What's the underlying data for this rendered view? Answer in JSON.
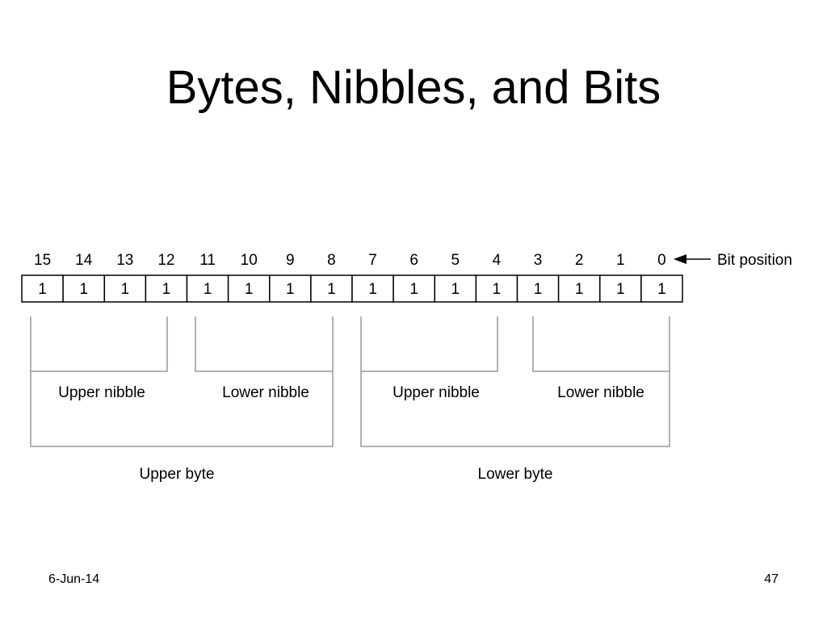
{
  "slide": {
    "title": "Bytes, Nibbles, and Bits",
    "date": "6-Jun-14",
    "page_number": "47"
  },
  "diagram": {
    "bit_positions": [
      "15",
      "14",
      "13",
      "12",
      "11",
      "10",
      "9",
      "8",
      "7",
      "6",
      "5",
      "4",
      "3",
      "2",
      "1",
      "0"
    ],
    "bit_values": [
      "1",
      "1",
      "1",
      "1",
      "1",
      "1",
      "1",
      "1",
      "1",
      "1",
      "1",
      "1",
      "1",
      "1",
      "1",
      "1"
    ],
    "bit_position_label": "Bit position",
    "nibbles": [
      {
        "label": "Upper nibble"
      },
      {
        "label": "Lower nibble"
      },
      {
        "label": "Upper nibble"
      },
      {
        "label": "Lower nibble"
      }
    ],
    "bytes": [
      {
        "label": "Upper byte"
      },
      {
        "label": "Lower byte"
      }
    ]
  }
}
